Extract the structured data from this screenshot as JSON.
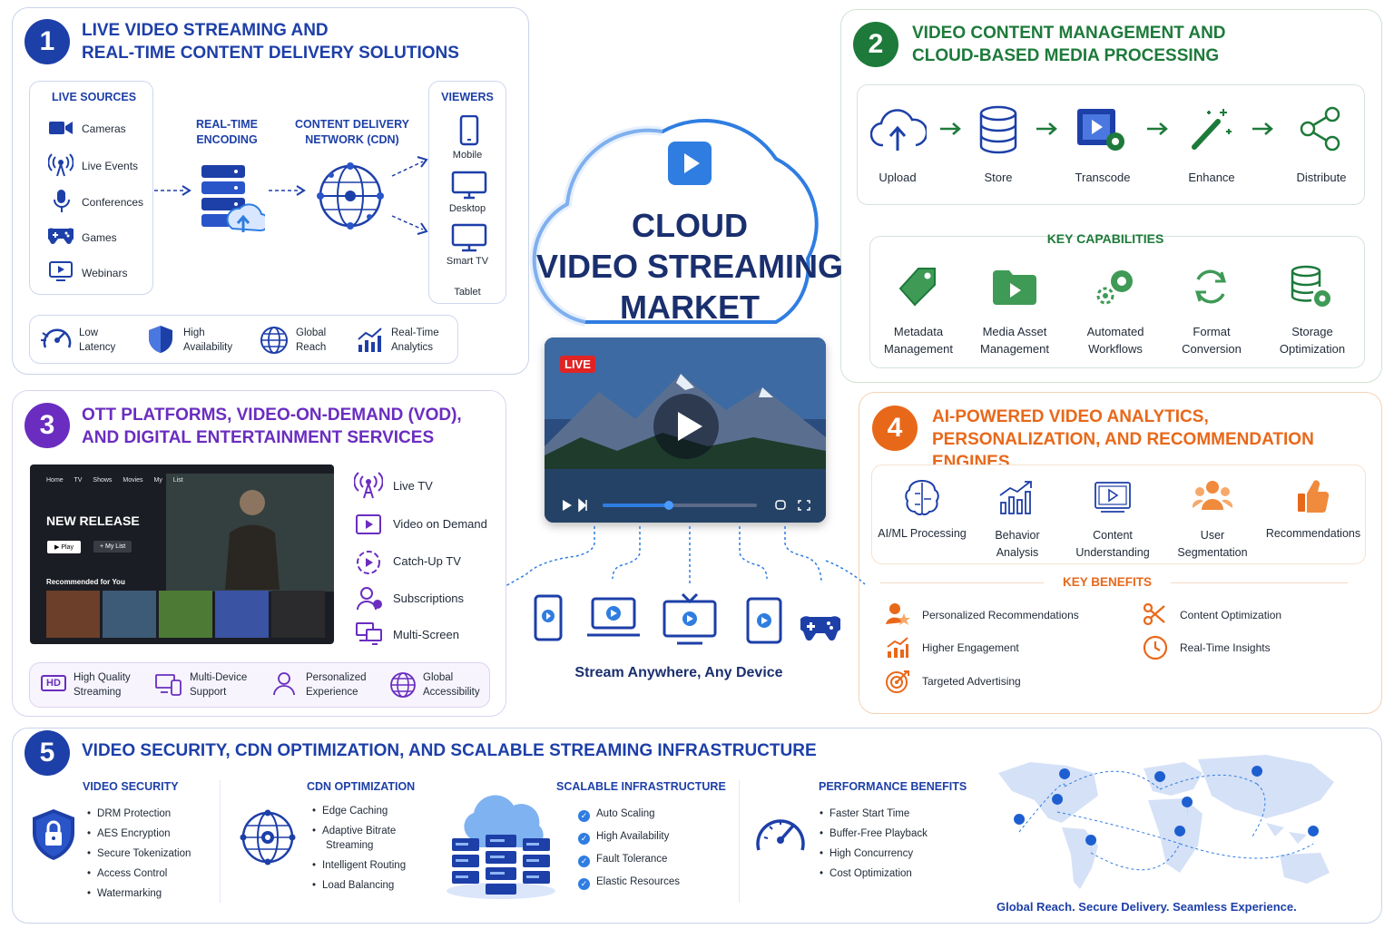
{
  "center": {
    "title_lines": [
      "CLOUD",
      "VIDEO STREAMING",
      "MARKET"
    ],
    "live_badge": "LIVE",
    "tagline": "Stream Anywhere, Any Device"
  },
  "section1": {
    "number": "1",
    "title_lines": [
      "LIVE VIDEO STREAMING AND",
      "REAL-TIME CONTENT DELIVERY SOLUTIONS"
    ],
    "sources_header": "LIVE SOURCES",
    "sources": [
      "Cameras",
      "Live Events",
      "Conferences",
      "Games",
      "Webinars"
    ],
    "encoding_label_lines": [
      "REAL-TIME",
      "ENCODING"
    ],
    "cdn_label_lines": [
      "CONTENT DELIVERY",
      "NETWORK (CDN)"
    ],
    "viewers_header": "VIEWERS",
    "viewers": [
      "Mobile",
      "Desktop",
      "Smart TV",
      "Tablet"
    ],
    "features": [
      [
        "Low",
        "Latency"
      ],
      [
        "High",
        "Availability"
      ],
      [
        "Global",
        "Reach"
      ],
      [
        "Real-Time",
        "Analytics"
      ]
    ]
  },
  "section2": {
    "number": "2",
    "title_lines": [
      "VIDEO CONTENT MANAGEMENT AND",
      "CLOUD-BASED MEDIA PROCESSING"
    ],
    "steps": [
      "Upload",
      "Store",
      "Transcode",
      "Enhance",
      "Distribute"
    ],
    "capabilities_header": "KEY CAPABILITIES",
    "capabilities": [
      [
        "Metadata",
        "Management"
      ],
      [
        "Media Asset",
        "Management"
      ],
      [
        "Automated",
        "Workflows"
      ],
      [
        "Format",
        "Conversion"
      ],
      [
        "Storage",
        "Optimization"
      ]
    ]
  },
  "section3": {
    "number": "3",
    "title_lines": [
      "OTT PLATFORMS, VIDEO-ON-DEMAND (VOD),",
      "AND DIGITAL ENTERTAINMENT SERVICES"
    ],
    "tv_nav": [
      "Home",
      "TV Shows",
      "Movies",
      "My List"
    ],
    "tv_release": "NEW RELEASE",
    "tv_play": "▶ Play",
    "tv_mylist": "+ My List",
    "tv_recommended": "Recommended for You",
    "services": [
      "Live TV",
      "Video on Demand",
      "Catch-Up TV",
      "Subscriptions",
      "Multi-Screen"
    ],
    "features": [
      [
        "High Quality",
        "Streaming"
      ],
      [
        "Multi-Device",
        "Support"
      ],
      [
        "Personalized",
        "Experience"
      ],
      [
        "Global",
        "Accessibility"
      ]
    ],
    "hd_badge": "HD"
  },
  "section4": {
    "number": "4",
    "title_lines": [
      "AI-POWERED VIDEO ANALYTICS,",
      "PERSONALIZATION, AND RECOMMENDATION ENGINES"
    ],
    "analytics": [
      [
        "AI/ML Processing",
        ""
      ],
      [
        "Behavior",
        "Analysis"
      ],
      [
        "Content",
        "Understanding"
      ],
      [
        "User",
        "Segmentation"
      ],
      [
        "Recommendations",
        ""
      ]
    ],
    "benefits_header": "KEY BENEFITS",
    "benefits_left": [
      "Personalized Recommendations",
      "Higher Engagement",
      "Targeted Advertising"
    ],
    "benefits_right": [
      "Content Optimization",
      "Real-Time Insights"
    ]
  },
  "section5": {
    "number": "5",
    "title": "VIDEO SECURITY, CDN OPTIMIZATION, AND SCALABLE STREAMING INFRASTRUCTURE",
    "security_header": "VIDEO SECURITY",
    "security": [
      "DRM Protection",
      "AES Encryption",
      "Secure Tokenization",
      "Access Control",
      "Watermarking"
    ],
    "cdn_header": "CDN OPTIMIZATION",
    "cdn": [
      "Edge Caching",
      "Adaptive Bitrate Streaming",
      "Intelligent Routing",
      "Load Balancing"
    ],
    "infra_header": "SCALABLE INFRASTRUCTURE",
    "infra": [
      "Auto Scaling",
      "High Availability",
      "Fault Tolerance",
      "Elastic Resources"
    ],
    "perf_header": "PERFORMANCE BENEFITS",
    "perf": [
      "Faster Start Time",
      "Buffer-Free Playback",
      "High Concurrency",
      "Cost Optimization"
    ],
    "map_caption": "Global Reach. Secure Delivery. Seamless Experience."
  },
  "colors": {
    "blue": "#1d3fa8",
    "green": "#1d7a3a",
    "purple": "#6a2dc0",
    "orange": "#e8681a"
  }
}
